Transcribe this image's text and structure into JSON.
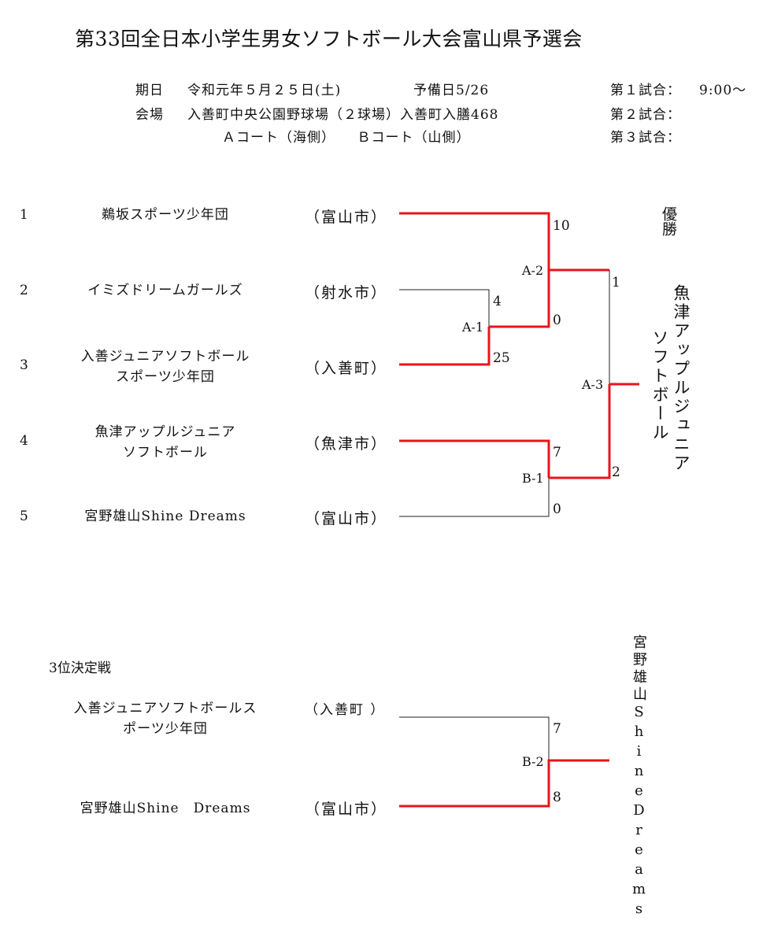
{
  "title": "第33回全日本小学生男女ソフトボール大会富山県予選会",
  "info": {
    "date_label": "期日",
    "date_value": "令和元年５月２５日(土)",
    "reserve": "予備日5/26",
    "venue_label": "会場",
    "venue_value": "入善町中央公園野球場（２球場）入善町入膳468",
    "courts": "Ａコート（海側）　　Ｂコート（山側）",
    "schedule": [
      {
        "label": "第１試合：",
        "time": "9:00～"
      },
      {
        "label": "第２試合：",
        "time": ""
      },
      {
        "label": "第３試合：",
        "time": ""
      }
    ]
  },
  "teams": [
    {
      "seed": "1",
      "name_lines": [
        "鵜坂スポーツ少年団"
      ],
      "city": "（富山市）"
    },
    {
      "seed": "2",
      "name_lines": [
        "イミズドリームガールズ"
      ],
      "city": "（射水市）"
    },
    {
      "seed": "3",
      "name_lines": [
        "入善ジュニアソフトボール",
        "スポーツ少年団"
      ],
      "city": "（入善町）"
    },
    {
      "seed": "4",
      "name_lines": [
        "魚津アップルジュニア",
        "ソフトボール"
      ],
      "city": "（魚津市）"
    },
    {
      "seed": "5",
      "name_lines": [
        "宮野雄山Shine Dreams"
      ],
      "city": "（富山市）"
    }
  ],
  "matches": {
    "A1": {
      "code": "A-1",
      "score_top": "4",
      "score_bottom": "25"
    },
    "A2": {
      "code": "A-2",
      "score_top": "10",
      "score_bottom": "0"
    },
    "B1": {
      "code": "B-1",
      "score_top": "7",
      "score_bottom": "0"
    },
    "A3": {
      "code": "A-3",
      "score_top": "1",
      "score_bottom": "2"
    }
  },
  "champion": {
    "label": "優勝",
    "name_col1": "魚津アップルジュニア",
    "name_col2": "ソフトボール"
  },
  "third_place": {
    "title": "3位決定戦",
    "teams": [
      {
        "name_lines": [
          "入善ジュニアソフトボールス",
          "ポーツ少年団"
        ],
        "city": "（入善町 ）"
      },
      {
        "name_lines": [
          "宮野雄山Shine　Dreams"
        ],
        "city": "（富山市）"
      }
    ],
    "match": {
      "code": "B-2",
      "score_top": "7",
      "score_bottom": "8"
    },
    "winner": "宮野雄山ShineDreams"
  },
  "colors": {
    "win_line": "#e8141c",
    "line": "#222222"
  }
}
